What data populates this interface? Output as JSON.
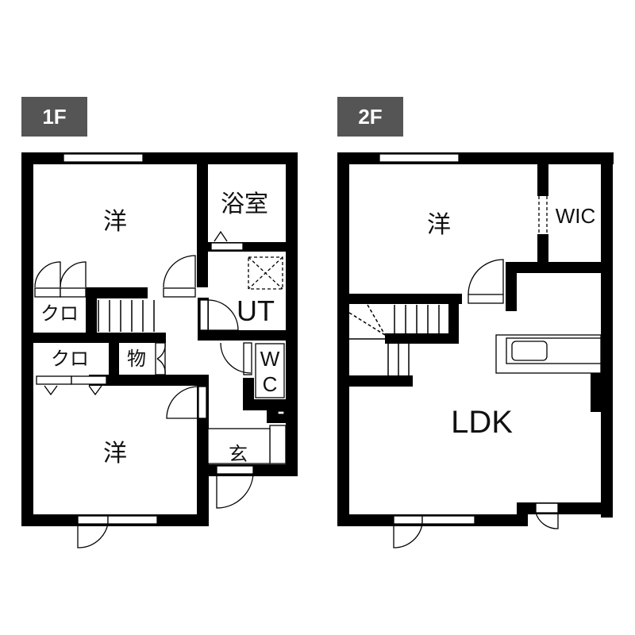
{
  "floors": [
    {
      "badge": "1F",
      "rooms": {
        "western_room_top": "洋",
        "bathroom": "浴室",
        "utility": "UT",
        "closet_upper": "クロ",
        "closet_lower": "クロ",
        "storage": "物",
        "toilet_w": "W",
        "toilet_c": "C",
        "western_room_bottom": "洋",
        "entrance": "玄"
      }
    },
    {
      "badge": "2F",
      "rooms": {
        "western_room": "洋",
        "walk_in_closet": "WIC",
        "living_dining_kitchen": "LDK"
      }
    }
  ],
  "colors": {
    "wall": "#000000",
    "badge_bg": "#555555",
    "badge_text": "#ffffff",
    "background": "#ffffff"
  }
}
